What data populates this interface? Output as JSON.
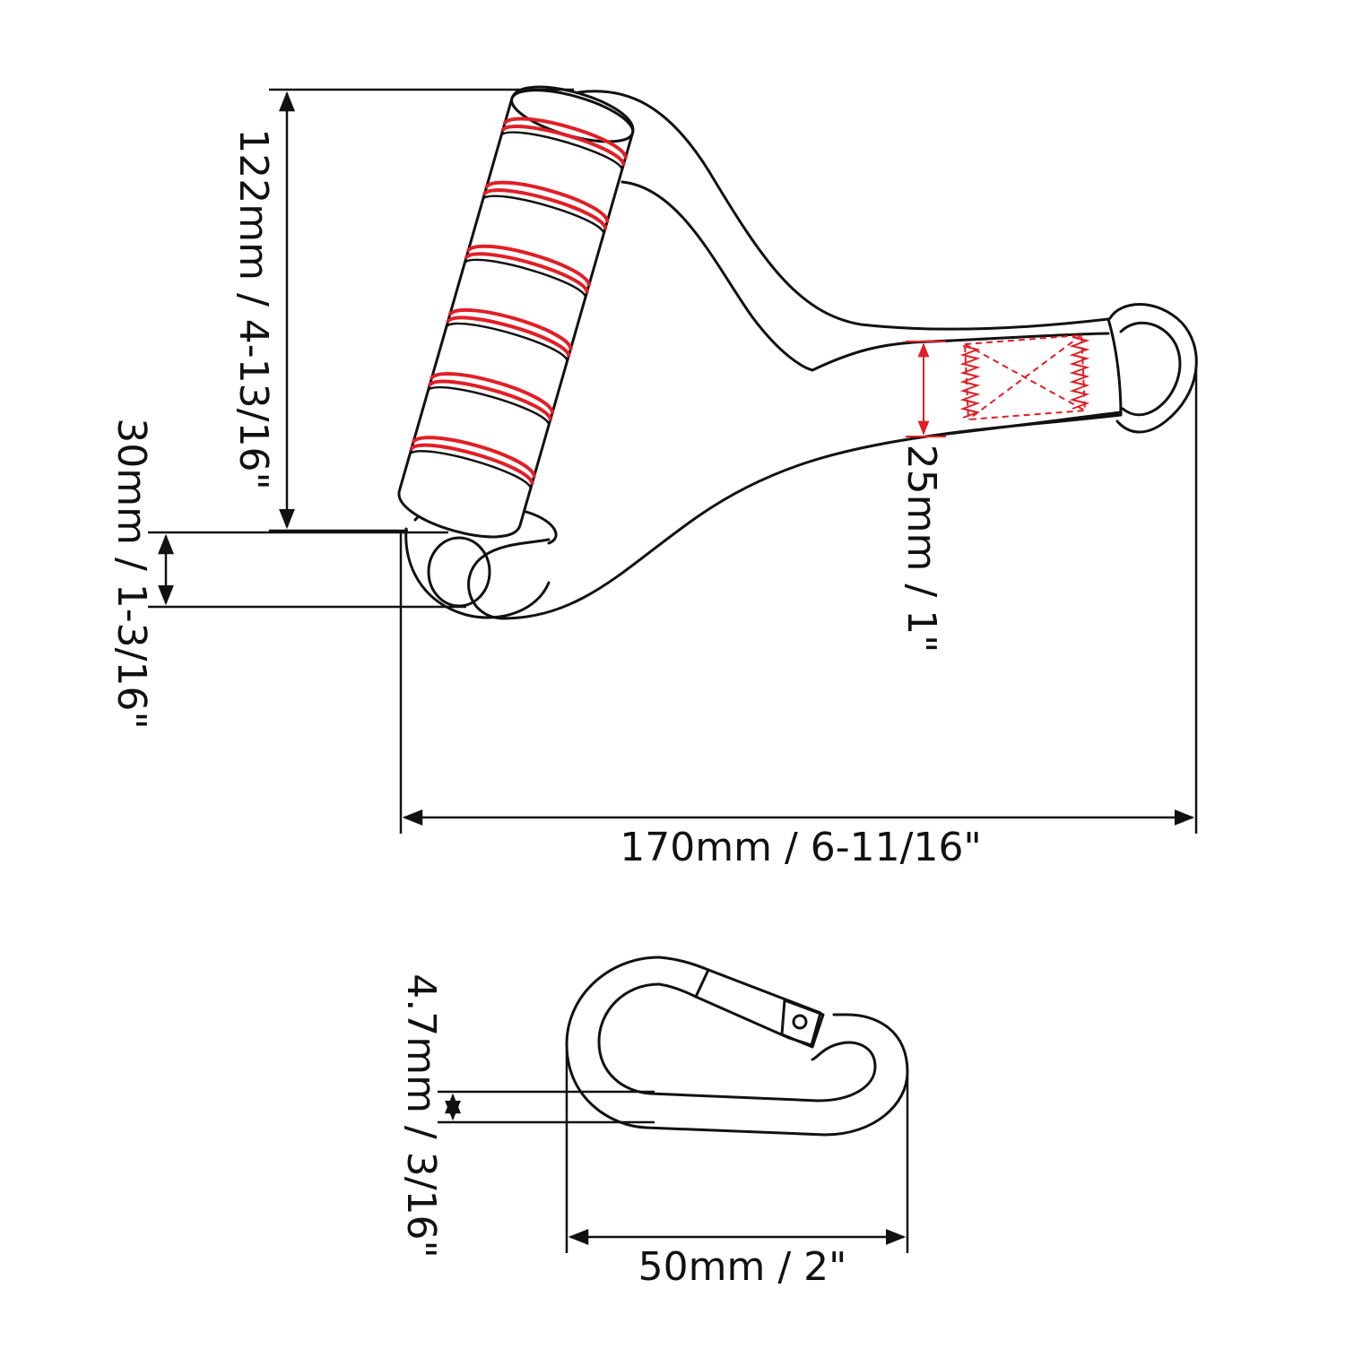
{
  "colors": {
    "outline": "#111111",
    "accent": "#e11f26"
  },
  "handle": {
    "height_label": "122mm / 4-13/16\"",
    "grip_diameter_label": "30mm / 1-3/16\"",
    "strap_width_label": "25mm / 1\"",
    "total_width_label": "170mm / 6-11/16\""
  },
  "carabiner": {
    "wire_diameter_label": "4.7mm / 3/16\"",
    "length_label": "50mm / 2\""
  }
}
